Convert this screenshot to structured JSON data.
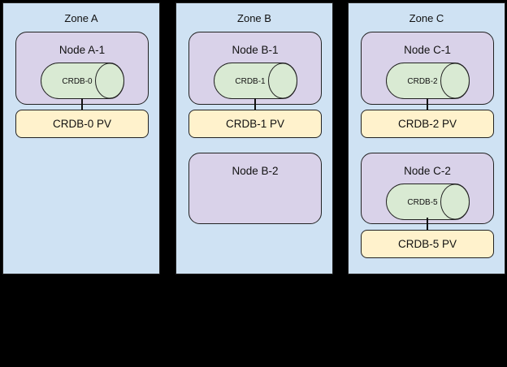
{
  "colors": {
    "zone_fill": "#cfe2f3",
    "node_fill": "#d9d2e9",
    "pod_fill": "#d9ead3",
    "pv_fill": "#fff2cc",
    "stroke": "#222222",
    "text": "#111111",
    "bg": "#000000"
  },
  "zones": [
    {
      "title": "Zone A",
      "nodes": [
        {
          "label": "Node A-1",
          "pod": "CRDB-0",
          "pv": "CRDB-0 PV"
        }
      ]
    },
    {
      "title": "Zone B",
      "nodes": [
        {
          "label": "Node B-1",
          "pod": "CRDB-1",
          "pv": "CRDB-1 PV"
        },
        {
          "label": "Node B-2"
        }
      ]
    },
    {
      "title": "Zone C",
      "nodes": [
        {
          "label": "Node C-1",
          "pod": "CRDB-2",
          "pv": "CRDB-2 PV"
        },
        {
          "label": "Node C-2",
          "pod": "CRDB-5",
          "pv": "CRDB-5 PV"
        }
      ]
    }
  ]
}
